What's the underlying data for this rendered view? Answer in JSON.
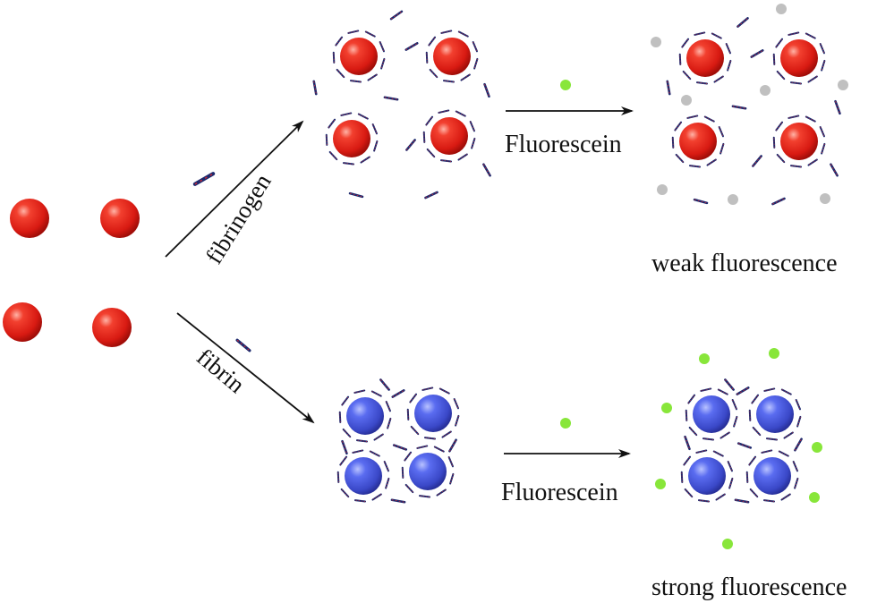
{
  "labels": {
    "fibrinogen": "fibrinogen",
    "fibrin": "fibrin",
    "fluorescein_top": "Fluorescein",
    "fluorescein_bottom": "Fluorescein",
    "weak": "weak fluorescence",
    "strong": "strong fluorescence"
  },
  "colors": {
    "nanoparticle_red": "#e8231c",
    "nanoparticle_blue": "#4a5ce0",
    "fluorescein_free": "#88e63a",
    "fluorescein_quenched": "#c0c0c0",
    "protein_dark": "#1c2a6e",
    "protein_red": "#c0283a",
    "arrow": "#111111"
  }
}
